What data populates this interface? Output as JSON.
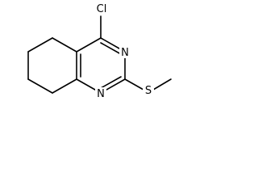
{
  "molecule": {
    "atoms": {
      "chlorine": "Cl",
      "nitrogen_3": "N",
      "nitrogen_1": "N",
      "sulfur": "S"
    }
  },
  "colors": {
    "bond": "#000000",
    "text": "#000000",
    "background": "#ffffff"
  }
}
